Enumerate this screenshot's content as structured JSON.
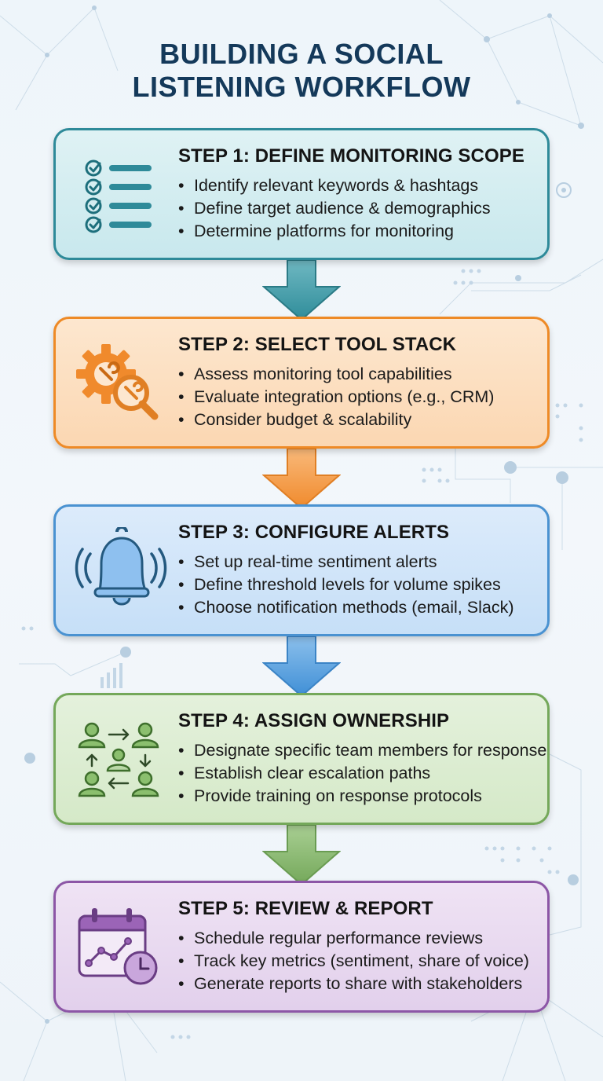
{
  "title": {
    "line1": "BUILDING A SOCIAL",
    "line2": "LISTENING WORKFLOW"
  },
  "steps": [
    {
      "heading": "STEP 1: DEFINE MONITORING SCOPE",
      "icon": "checklist-icon",
      "color": "#2e8a99",
      "items": [
        "Identify relevant keywords & hashtags",
        "Define target audience & demographics",
        "Determine platforms for monitoring"
      ]
    },
    {
      "heading": "STEP 2: SELECT TOOL STACK",
      "icon": "gear-magnifier-icon",
      "color": "#ee8a26",
      "items": [
        "Assess monitoring tool capabilities",
        "Evaluate integration options (e.g., CRM)",
        "Consider budget & scalability"
      ]
    },
    {
      "heading": "STEP 3: CONFIGURE ALERTS",
      "icon": "bell-icon",
      "color": "#4a92d1",
      "items": [
        "Set up real-time sentiment alerts",
        "Define threshold levels for volume spikes",
        "Choose notification methods (email, Slack)"
      ]
    },
    {
      "heading": "STEP 4: ASSIGN OWNERSHIP",
      "icon": "team-flow-icon",
      "color": "#74a85a",
      "items": [
        "Designate specific team members for response",
        "Establish clear escalation paths",
        "Provide training on response protocols"
      ]
    },
    {
      "heading": "STEP 5: REVIEW & REPORT",
      "icon": "calendar-chart-icon",
      "color": "#8c56a6",
      "items": [
        "Schedule regular performance reviews",
        "Track key metrics (sentiment, share of voice)",
        "Generate reports to share with stakeholders"
      ]
    }
  ]
}
